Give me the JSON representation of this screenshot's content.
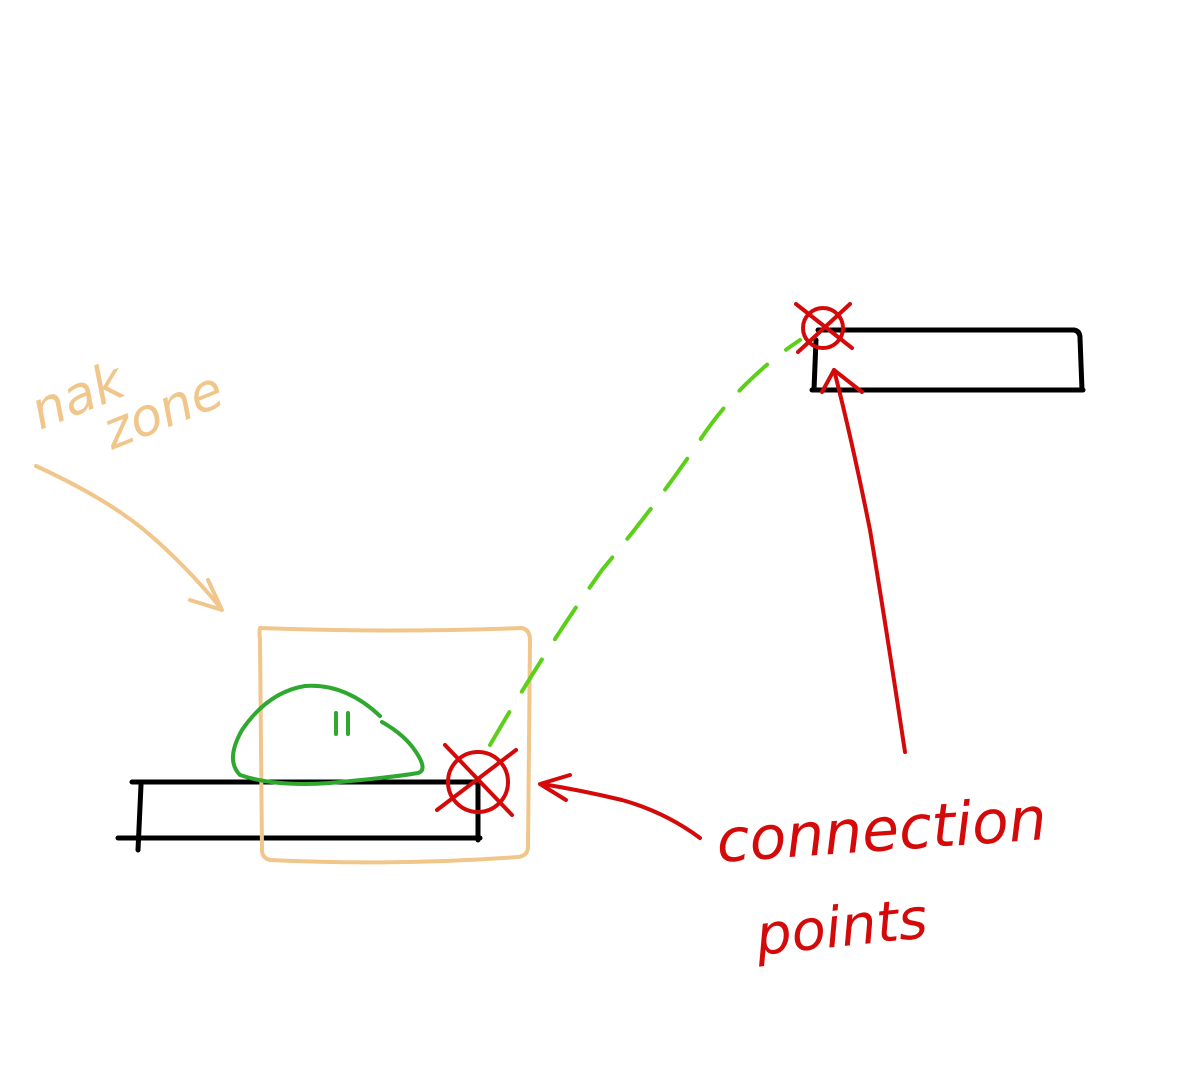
{
  "labels": {
    "zone_line1": "nak",
    "zone_line2": "zone",
    "connection_line1": "connection",
    "connection_line2": "points"
  },
  "colors": {
    "background": "#ffffff",
    "platform": "#000000",
    "zone": "#f0c68a",
    "character": "#2ea82e",
    "trajectory": "#5ccf18",
    "connection": "#d40a0a"
  }
}
